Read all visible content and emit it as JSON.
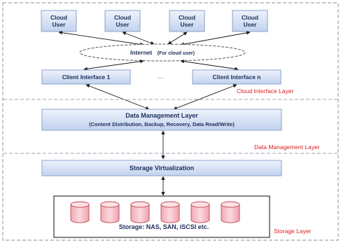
{
  "diagram": {
    "cloud_users": [
      "Cloud User",
      "Cloud User",
      "Cloud User",
      "Cloud User"
    ],
    "internet_label": "Internet",
    "internet_note": "(For cloud user)",
    "client_interface_1": "Client Interface 1",
    "client_interface_ellipsis": "....",
    "client_interface_n": "Client Interface n",
    "data_mgmt_title": "Data Management Layer",
    "data_mgmt_subtitle": "(Content Distribution, Backup, Recovery, Data Read/Write)",
    "storage_virtualization": "Storage Virtualization",
    "storage_text": "Storage: NAS, SAN, iSCSI etc.",
    "disk_count": 6,
    "layer_labels": {
      "cloud_interface": "Cloud Interface Layer",
      "data_management": "Data Management Layer",
      "storage": "Storage Layer"
    },
    "colors": {
      "box_fill_top": "#e7eefb",
      "box_fill_bottom": "#c4d3ef",
      "box_stroke": "#8aa2cc",
      "disk_fill": "#f6c6cf",
      "disk_stroke": "#c0474f",
      "layer_label": "#d62020",
      "divider": "#9aa3b3"
    }
  }
}
